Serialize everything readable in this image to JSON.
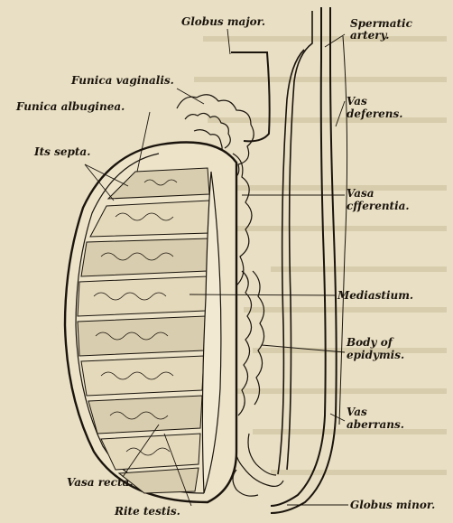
{
  "labels": {
    "globus_major": "Globus major.",
    "spermatic_artery_1": "Spermatic",
    "spermatic_artery_2": "artery.",
    "funica_vaginalis": "Funica vaginalis.",
    "funica_albuginea": "Funica albuginea.",
    "vas_deferens_1": "Vas",
    "vas_deferens_2": "deferens.",
    "its_septa": "Its septa.",
    "vasa_efferentia_1": "Vasa",
    "vasa_efferentia_2": "cfferentia.",
    "mediastium": "Mediastium.",
    "body_epidymis_1": "Body of",
    "body_epidymis_2": "epidymis.",
    "vas_aberrans_1": "Vas",
    "vas_aberrans_2": "aberrans.",
    "vasa_recta": "Vasa recta.",
    "globus_minor": "Globus minor.",
    "rite_testis": "Rite testis."
  },
  "colors": {
    "paper": "#e9dfc4",
    "ink": "#1a140d"
  }
}
